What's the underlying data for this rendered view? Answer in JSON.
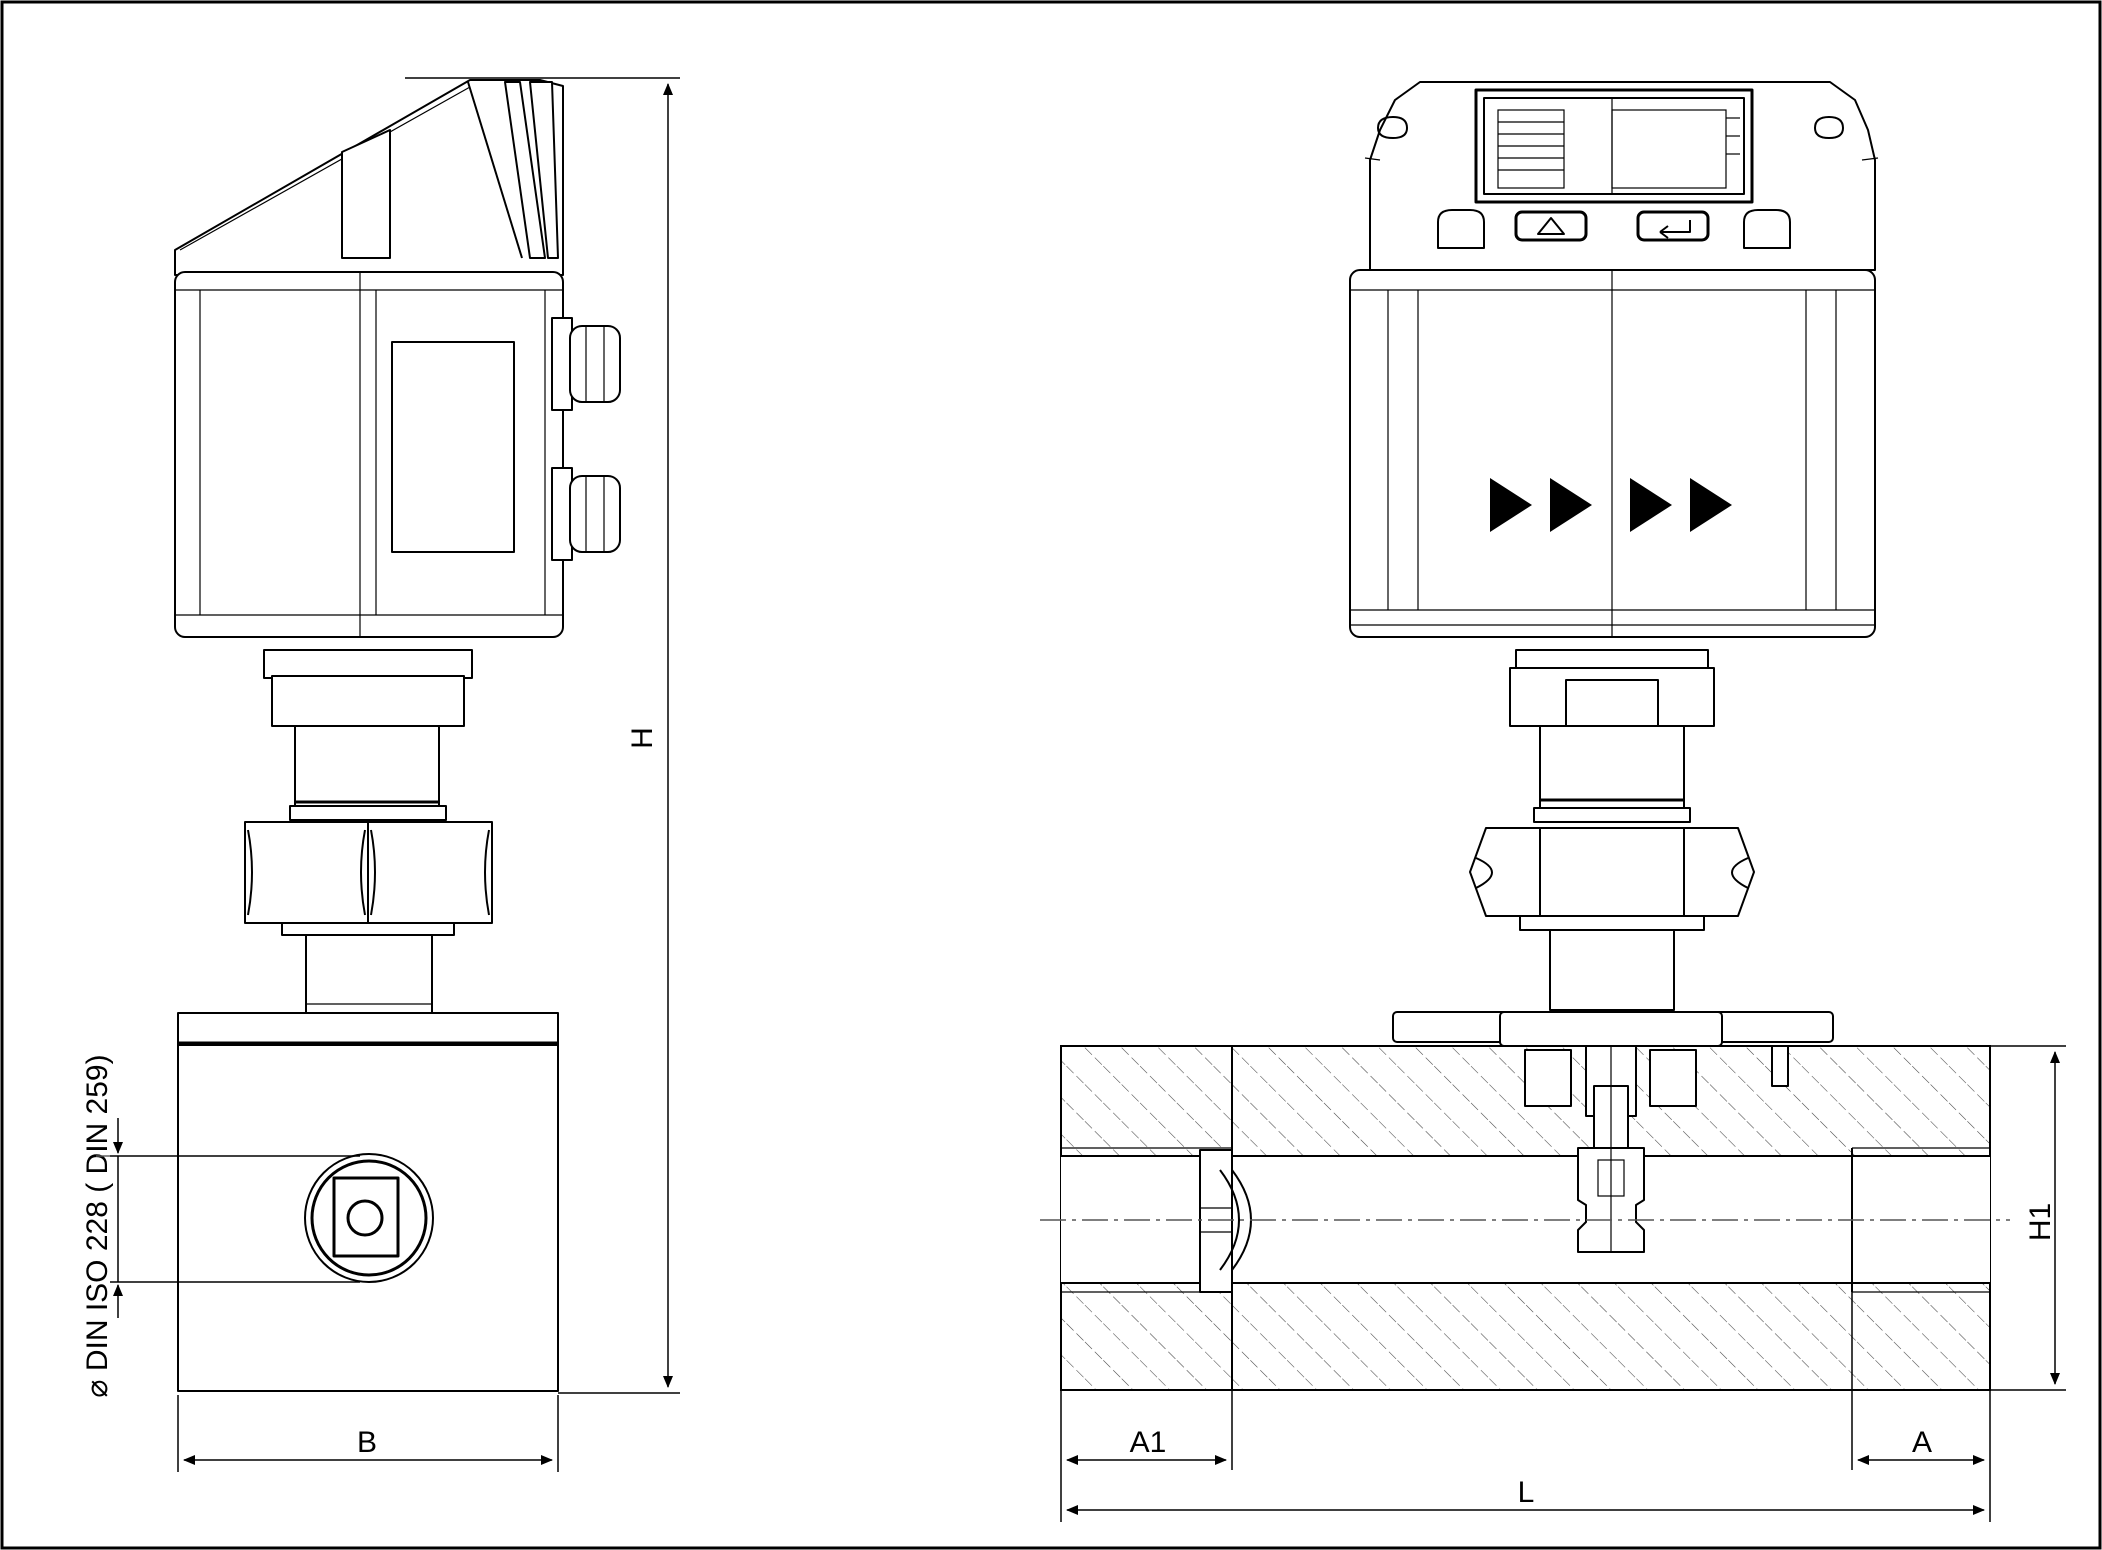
{
  "dimensions": {
    "height": "H",
    "width": "B",
    "thread": "⌀ DIN ISO 228 ( DIN 259)",
    "body_height": "H1",
    "length": "L",
    "thread_depth_left": "A1",
    "thread_depth_right": "A"
  },
  "icons": {
    "flow_direction": "flow-arrows-icon",
    "up_button": "up-arrow-icon",
    "enter_button": "enter-icon"
  },
  "colors": {
    "line": "#000000",
    "background": "#ffffff"
  }
}
